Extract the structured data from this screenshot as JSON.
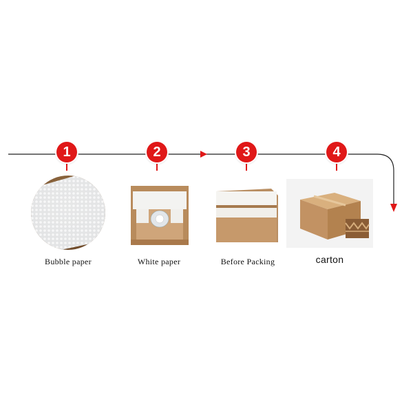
{
  "steps": [
    {
      "number": "1",
      "label": "Bubble paper",
      "icon": "bubble-wrap-icon"
    },
    {
      "number": "2",
      "label": "White  paper",
      "icon": "open-box-white-paper-icon"
    },
    {
      "number": "3",
      "label": "Before  Packing",
      "icon": "closed-box-icon"
    },
    {
      "number": "4",
      "label": "carton",
      "icon": "corrugated-carton-icon"
    }
  ],
  "colors": {
    "accent": "#e01818",
    "line": "#222222",
    "kraft": "#c9a070"
  }
}
